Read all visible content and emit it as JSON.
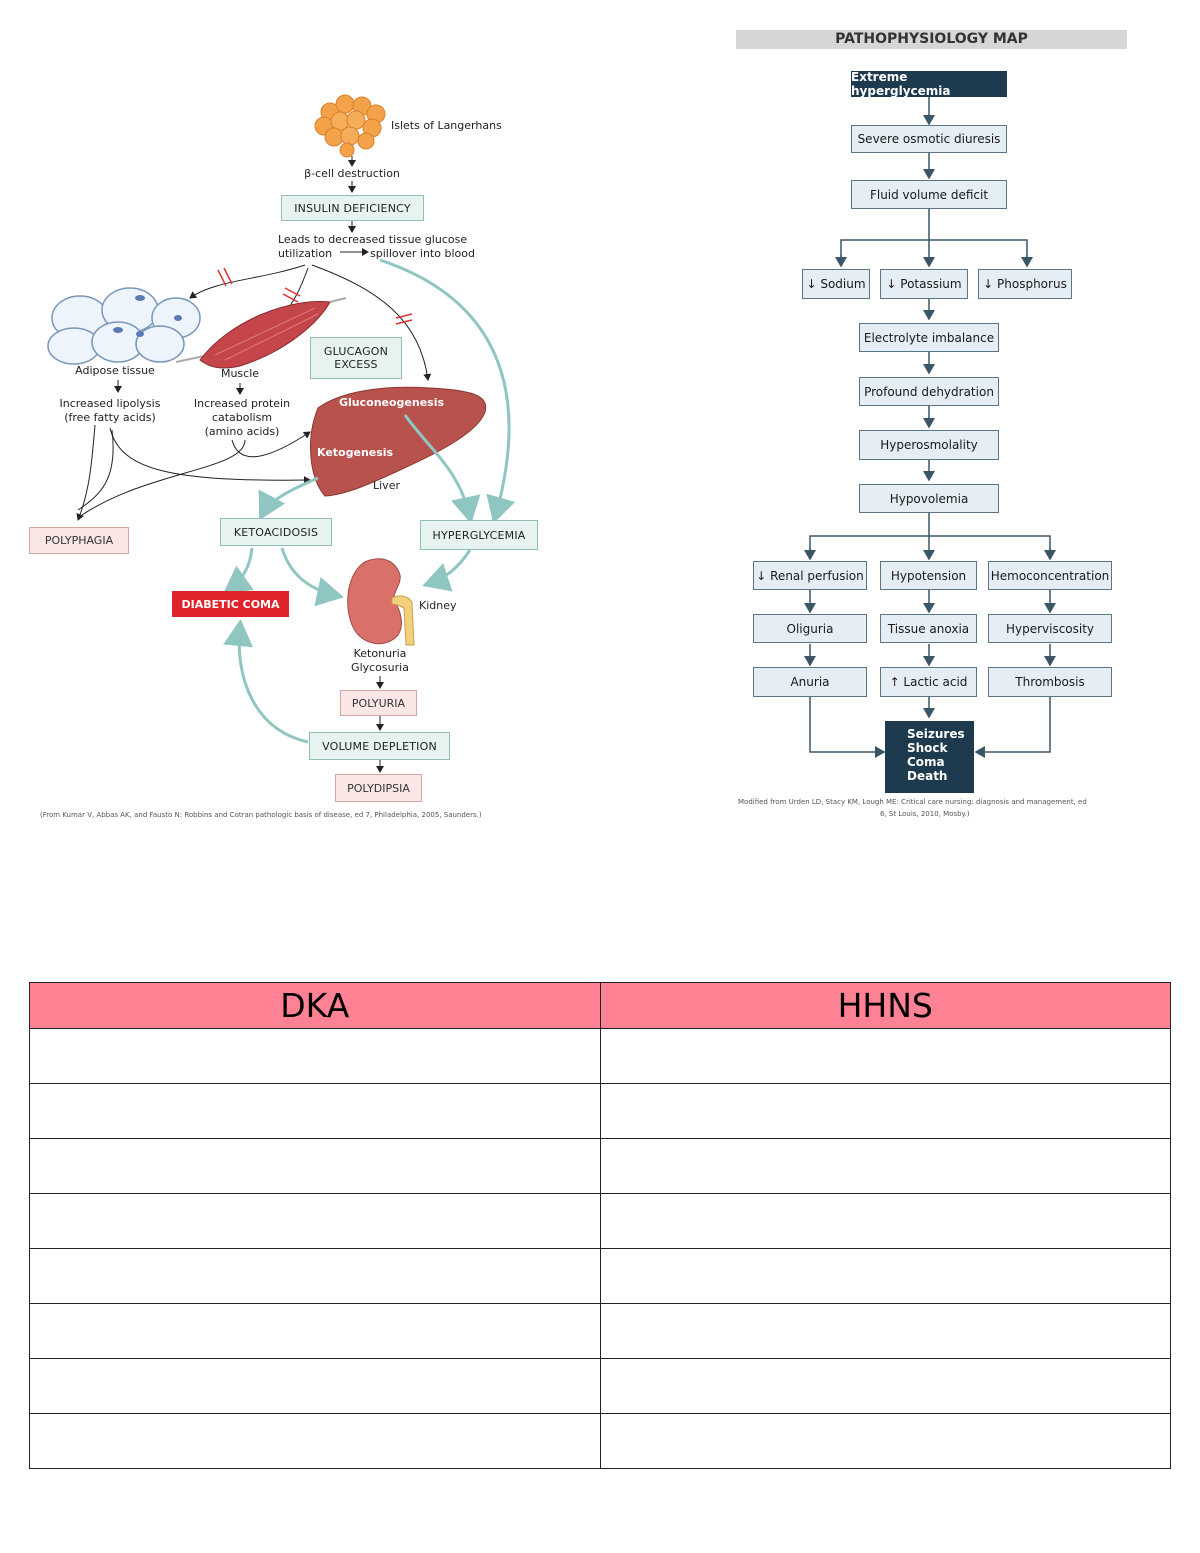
{
  "left_diagram": {
    "islets": "Islets of Langerhans",
    "beta_cell": "β-cell destruction",
    "insulin_deficiency": "INSULIN DEFICIENCY",
    "leads_line1": "Leads to decreased tissue glucose",
    "leads_line2a": "utilization",
    "leads_line2b": "spillover into blood",
    "adipose": "Adipose tissue",
    "muscle": "Muscle",
    "lipolysis_1": "Increased lipolysis",
    "lipolysis_2": "(free fatty acids)",
    "protein_1": "Increased protein",
    "protein_2": "catabolism",
    "protein_3": "(amino acids)",
    "glucagon_1": "GLUCAGON",
    "glucagon_2": "EXCESS",
    "gluconeogenesis": "Gluconeogenesis",
    "ketogenesis": "Ketogenesis",
    "liver": "Liver",
    "polyphagia": "POLYPHAGIA",
    "ketoacidosis": "KETOACIDOSIS",
    "hyperglycemia": "HYPERGLYCEMIA",
    "diabetic_coma": "DIABETIC COMA",
    "kidney": "Kidney",
    "ketonuria": "Ketonuria",
    "glycosuria": "Glycosuria",
    "polyuria": "POLYURIA",
    "volume_depletion": "VOLUME DEPLETION",
    "polydipsia": "POLYDIPSIA",
    "citation": "(From Kumar V, Abbas AK, and Fausto N: Robbins and Cotran pathologic basis of disease, ed 7, Philadelphia, 2005, Saunders.)"
  },
  "right_map": {
    "title": "PATHOPHYSIOLOGY MAP",
    "n1": "Extreme hyperglycemia",
    "n2": "Severe osmotic diuresis",
    "n3": "Fluid volume deficit",
    "sodium": "↓ Sodium",
    "potassium": "↓ Potassium",
    "phosphorus": "↓ Phosphorus",
    "n4": "Electrolyte imbalance",
    "n5": "Profound dehydration",
    "n6": "Hyperosmolality",
    "n7": "Hypovolemia",
    "renal": "↓ Renal perfusion",
    "hypotension": "Hypotension",
    "hemoconc": "Hemoconcentration",
    "oliguria": "Oliguria",
    "anoxia": "Tissue anoxia",
    "hyperviscosity": "Hyperviscosity",
    "anuria": "Anuria",
    "lactic": "↑ Lactic acid",
    "thrombosis": "Thrombosis",
    "final": [
      "Seizures",
      "Shock",
      "Coma",
      "Death"
    ],
    "citation_1": "Modified from Urden LD, Stacy KM, Lough ME: Critical care nursing: diagnosis and management, ed",
    "citation_2": "6, St Louis, 2010, Mosby.)"
  },
  "table": {
    "headers": [
      "DKA",
      "HHNS"
    ],
    "row_count": 8,
    "header_color": "#ff8194"
  }
}
